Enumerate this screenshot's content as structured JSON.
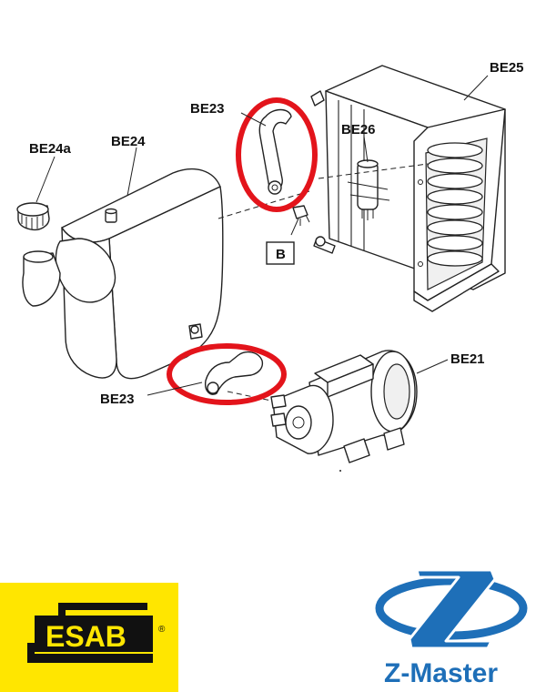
{
  "callouts": {
    "be25": "BE25",
    "be23_top": "BE23",
    "be26": "BE26",
    "be24a": "BE24a",
    "be24": "BE24",
    "b": "B",
    "be21": "BE21",
    "be23_bottom": "BE23"
  },
  "logos": {
    "esab": {
      "text": "ESAB",
      "registered": "®",
      "bg_color": "#ffe600",
      "fg_color": "#111111"
    },
    "zmaster": {
      "text": "Z-Master",
      "color": "#1e6fb8"
    }
  },
  "highlight_color": "#e3141b"
}
